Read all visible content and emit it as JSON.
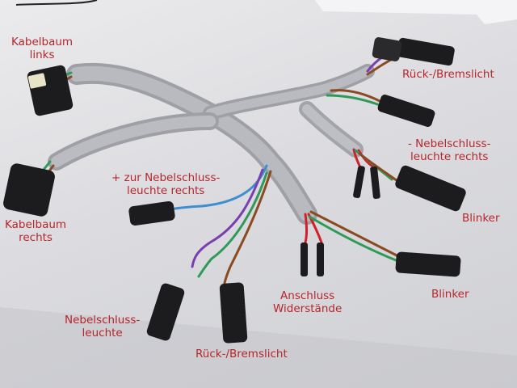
{
  "labels": {
    "kabelbaum_links": [
      "Kabelbaum",
      "links"
    ],
    "kabelbaum_rechts": [
      "Kabelbaum",
      "rechts"
    ],
    "rueck_brems_top": "Rück-/Bremslicht",
    "nebel_rechts_minus": [
      "- Nebelschluss-",
      "leuchte rechts"
    ],
    "nebel_rechts_plus": [
      "+ zur Nebelschluss-",
      "leuchte rechts"
    ],
    "blinker_upper": "Blinker",
    "blinker_lower": "Blinker",
    "anschluss": [
      "Anschluss",
      "Widerstände"
    ],
    "nebel_leuchte": [
      "Nebelschluss-",
      "leuchte"
    ],
    "rueck_brems_bottom": "Rück-/Bremslicht"
  },
  "colors": {
    "label_text": "#b5262b",
    "table_surface": "#e2e2e5",
    "tape": "#a9abb0",
    "connector": "#1c1c1e",
    "wire_green": "#2f9a57",
    "wire_brown": "#8a4a22",
    "wire_blue": "#3d8fd0",
    "wire_purple": "#7a3fb0",
    "wire_red": "#d0202a"
  }
}
